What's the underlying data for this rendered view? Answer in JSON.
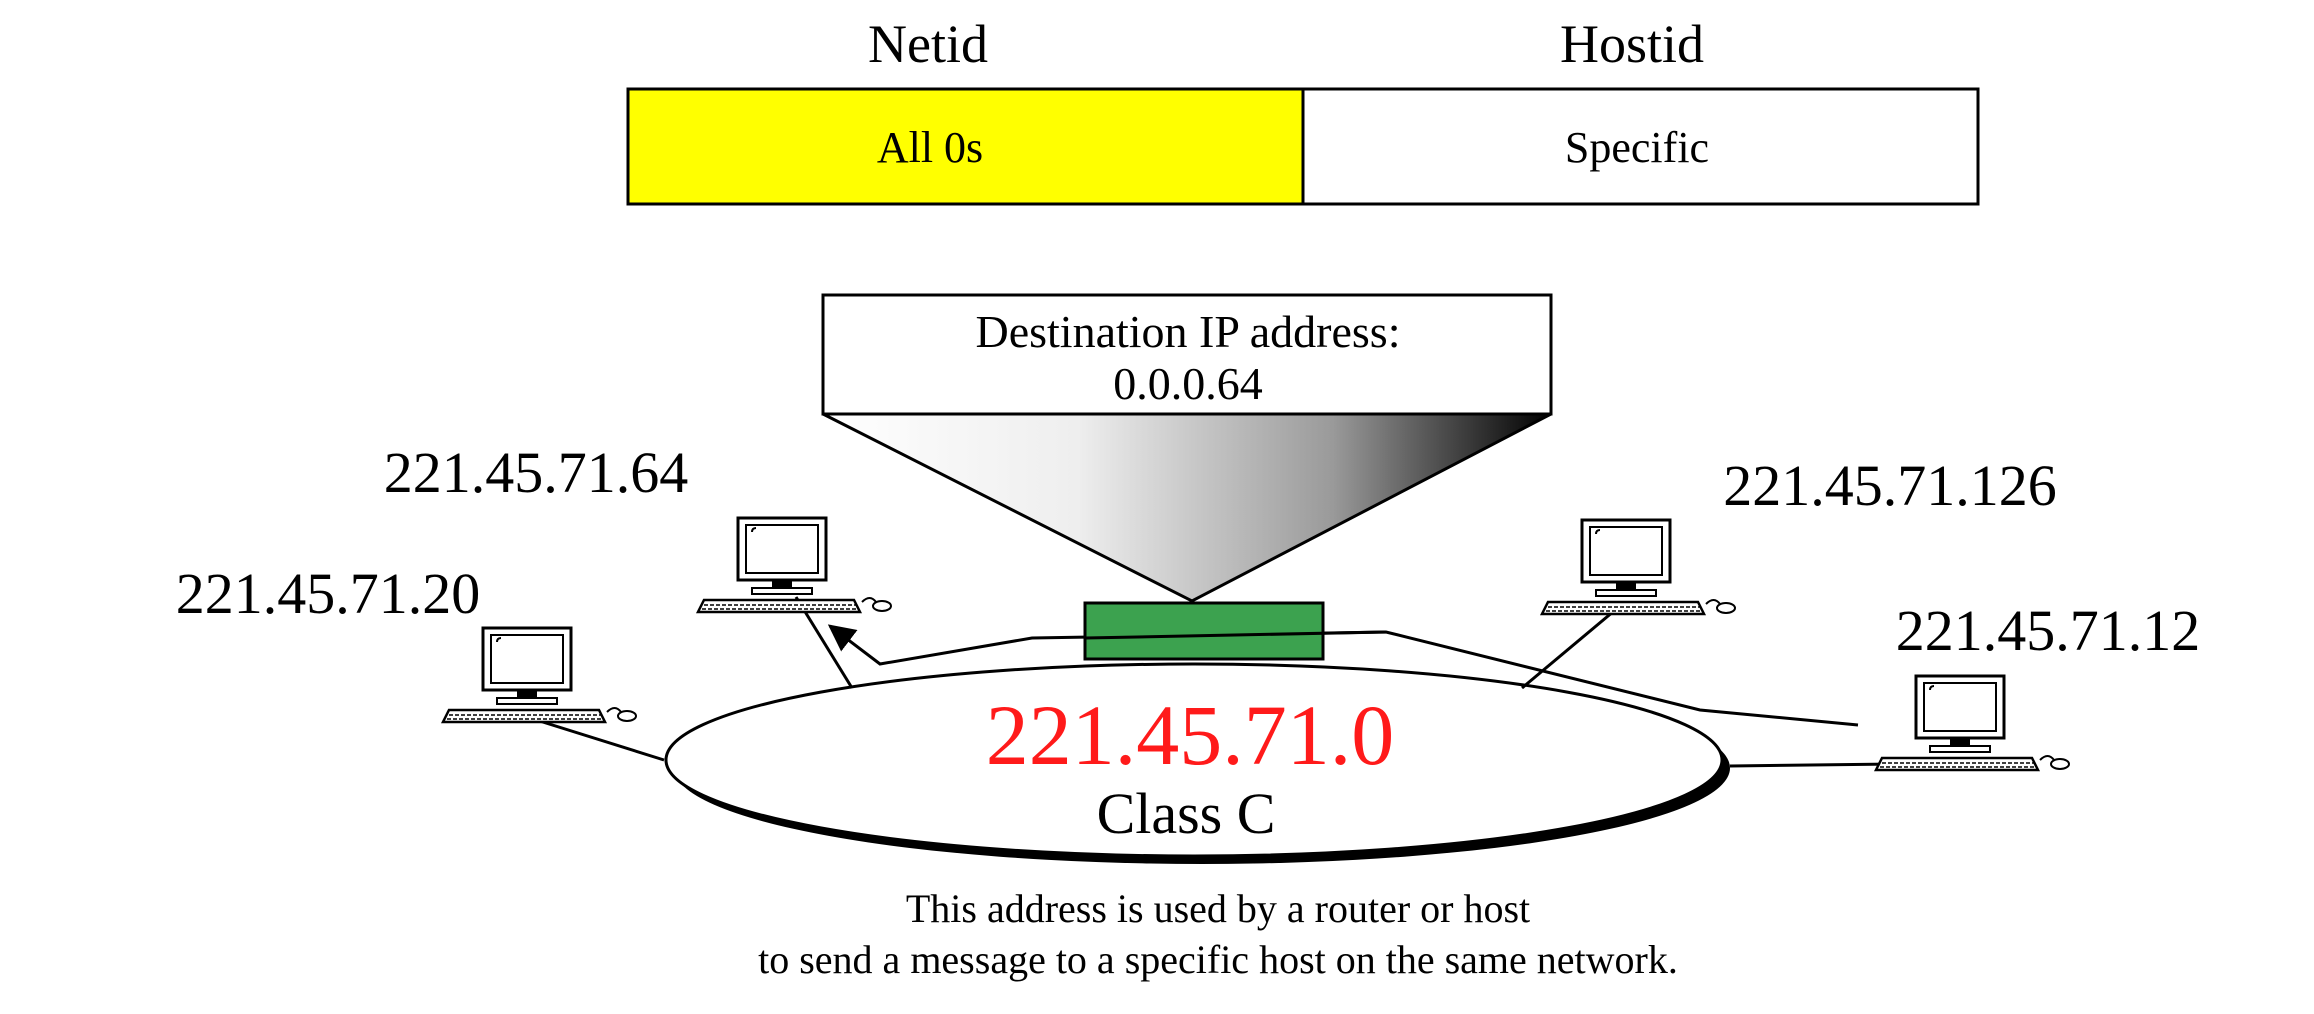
{
  "header": {
    "netid_label": "Netid",
    "hostid_label": "Hostid",
    "netid_value": "All 0s",
    "hostid_value": "Specific"
  },
  "packet": {
    "line1": "Destination IP address:",
    "line2": "0.0.0.64"
  },
  "network": {
    "address": "221.45.71.0",
    "class_label": "Class C"
  },
  "hosts": [
    {
      "ip": "221.45.71.64"
    },
    {
      "ip": "221.45.71.20"
    },
    {
      "ip": "221.45.71.126"
    },
    {
      "ip": "221.45.71.12"
    }
  ],
  "caption": {
    "line1": "This address is used by a router or host",
    "line2": "to send a message to a specific host on the same network."
  },
  "colors": {
    "netid_fill": "#ffff00",
    "router_fill": "#3ca24f",
    "network_address": "#ff1a1a"
  }
}
